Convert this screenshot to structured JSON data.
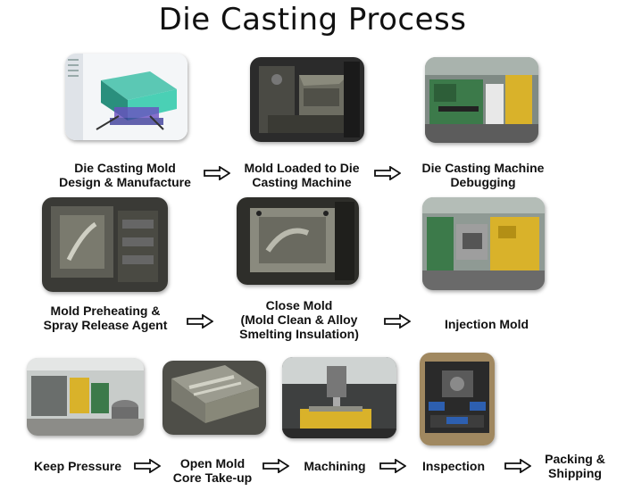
{
  "title": "Die Casting Process",
  "steps": [
    {
      "line1": "Die Casting Mold",
      "line2": "Design & Manufacture",
      "line3": ""
    },
    {
      "line1": "Mold Loaded to Die",
      "line2": "Casting Machine",
      "line3": ""
    },
    {
      "line1": "Die Casting Machine",
      "line2": "Debugging",
      "line3": ""
    },
    {
      "line1": "Mold Preheating &",
      "line2": "Spray Release Agent",
      "line3": ""
    },
    {
      "line1": "Close Mold",
      "line2": "(Mold Clean & Alloy",
      "line3": "Smelting Insulation)"
    },
    {
      "line1": "Injection Mold",
      "line2": "",
      "line3": ""
    },
    {
      "line1": "Keep Pressure",
      "line2": "",
      "line3": ""
    },
    {
      "line1": "Open Mold",
      "line2": "Core Take-up",
      "line3": ""
    },
    {
      "line1": "Machining",
      "line2": "",
      "line3": ""
    },
    {
      "line1": "Inspection",
      "line2": "",
      "line3": ""
    },
    {
      "line1": "Packing &",
      "line2": "Shipping",
      "line3": ""
    }
  ],
  "photos": [
    "mold-cad-photo",
    "mold-loading-photo",
    "die-casting-machine-photo",
    "mold-preheating-photo",
    "close-mold-photo",
    "injection-machine-photo",
    "keep-pressure-photo",
    "open-mold-photo",
    "machining-photo",
    "inspection-photo"
  ],
  "colors": {
    "arrow": "#111111",
    "machine_green": "#3c7a4a",
    "machine_yellow": "#d9b22a"
  }
}
